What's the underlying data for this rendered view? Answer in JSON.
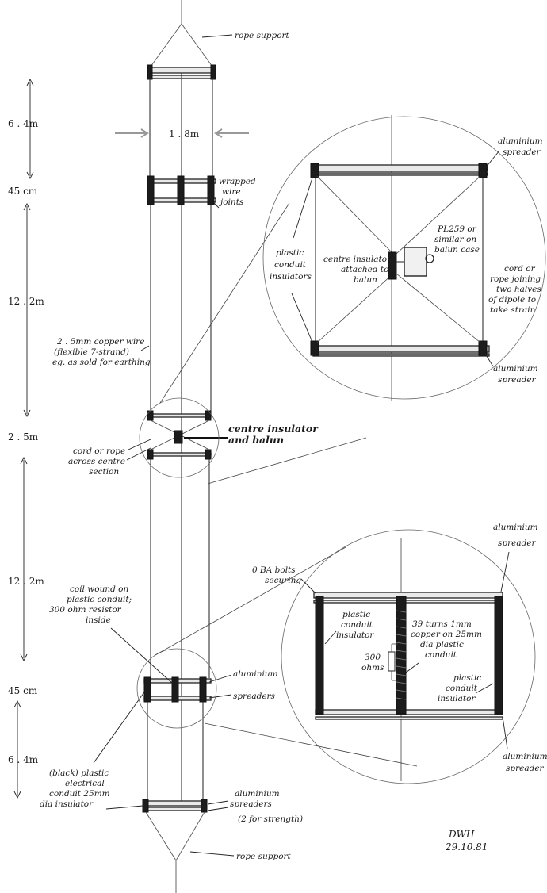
{
  "dimensions": {
    "d1": "6 . 4m",
    "d2": "45 cm",
    "d3": "12 . 2m",
    "d4": "2 . 5m",
    "d5": "12 . 2m",
    "d6": "45 cm",
    "d7": "6 . 4m",
    "width": "1 . 8m"
  },
  "labels": {
    "rope_top": "rope support",
    "rope_bottom": "rope support",
    "wrapped_joints": [
      "wrapped",
      "wire",
      "joints"
    ],
    "copper_wire": [
      "2 . 5mm copper wire",
      "(flexible 7-strand)",
      "eg. as sold for earthing"
    ],
    "cord_rope": [
      "cord or rope",
      "across centre",
      "section"
    ],
    "centre_insulator_balun": [
      "centre insulator",
      "and balun"
    ],
    "coil_wound": [
      "coil wound on",
      "plastic conduit;",
      "300 ohm resistor",
      "inside"
    ],
    "aluminium_spreaders_mid": [
      "aluminium",
      "spreaders"
    ],
    "black_conduit": [
      "(black) plastic",
      "electrical",
      "conduit 25mm",
      "dia insulator"
    ],
    "aluminium_spreaders_bot": [
      "aluminium",
      "spreaders",
      "(2 for strength)"
    ]
  },
  "detail_top": {
    "aluminium_spreader_top": [
      "aluminium",
      "spreader"
    ],
    "plastic_conduit_insulators": [
      "plastic",
      "conduit",
      "insulators"
    ],
    "pl259": [
      "PL259 or",
      "similar on",
      "balun case"
    ],
    "centre_insulator_attached": [
      "centre insulator",
      "attached to",
      "balun"
    ],
    "cord_rope_joining": [
      "cord or",
      "rope joining",
      "two halves",
      "of dipole to",
      "take strain"
    ],
    "aluminium_spreader_bot": [
      "aluminium",
      "spreader"
    ]
  },
  "detail_bottom": {
    "aluminium_spreader_top": [
      "aluminium",
      "spreader"
    ],
    "ba_bolts": [
      "0 BA bolts",
      "securing"
    ],
    "plastic_conduit_insulator_left": [
      "plastic",
      "conduit",
      "insulator"
    ],
    "turns": [
      "39 turns 1mm",
      "copper on 25mm",
      "dia plastic",
      "conduit"
    ],
    "resistor": [
      "300",
      "ohms"
    ],
    "plastic_conduit_insulator_right": [
      "plastic",
      "conduit",
      "insulator"
    ],
    "aluminium_spreader_bot": [
      "aluminium",
      "spreader"
    ]
  },
  "signature": {
    "initials": "DWH",
    "date": "29.10.81"
  }
}
